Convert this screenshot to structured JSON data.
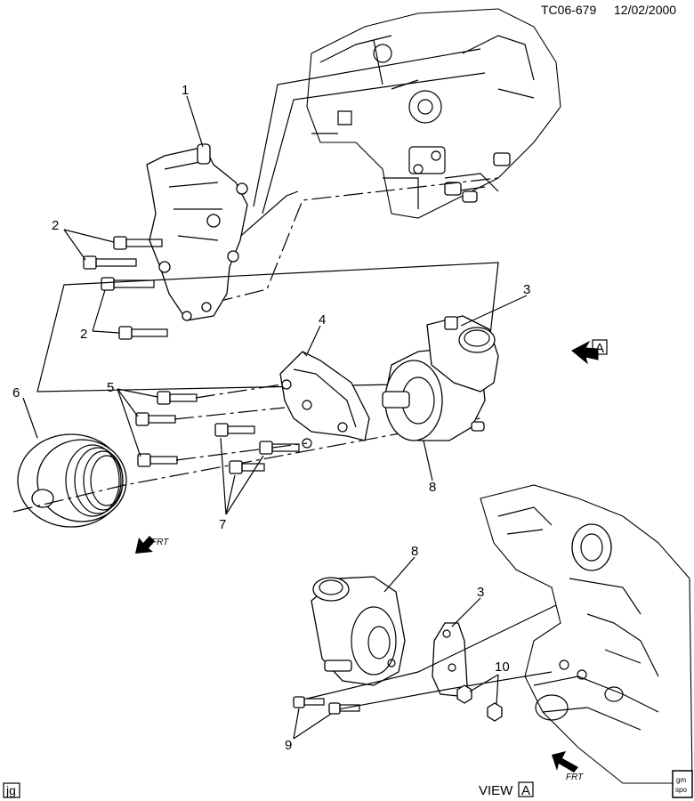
{
  "header": {
    "drawing_id": "TC06-679",
    "date": "12/02/2000"
  },
  "callouts": {
    "c1": "1",
    "c2a": "2",
    "c2b": "2",
    "c3a": "3",
    "c3b": "3",
    "c4": "4",
    "c5": "5",
    "c6": "6",
    "c7": "7",
    "c8a": "8",
    "c8b": "8",
    "c9": "9",
    "c10": "10"
  },
  "view_arrow": {
    "letter": "A"
  },
  "frt_top": "FRT",
  "frt_bottom": "FRT",
  "footer": {
    "view_label": "VIEW",
    "view_letter": "A",
    "corner_tag": "jg",
    "logo_text_1": "gm",
    "logo_text_2": "spo"
  }
}
